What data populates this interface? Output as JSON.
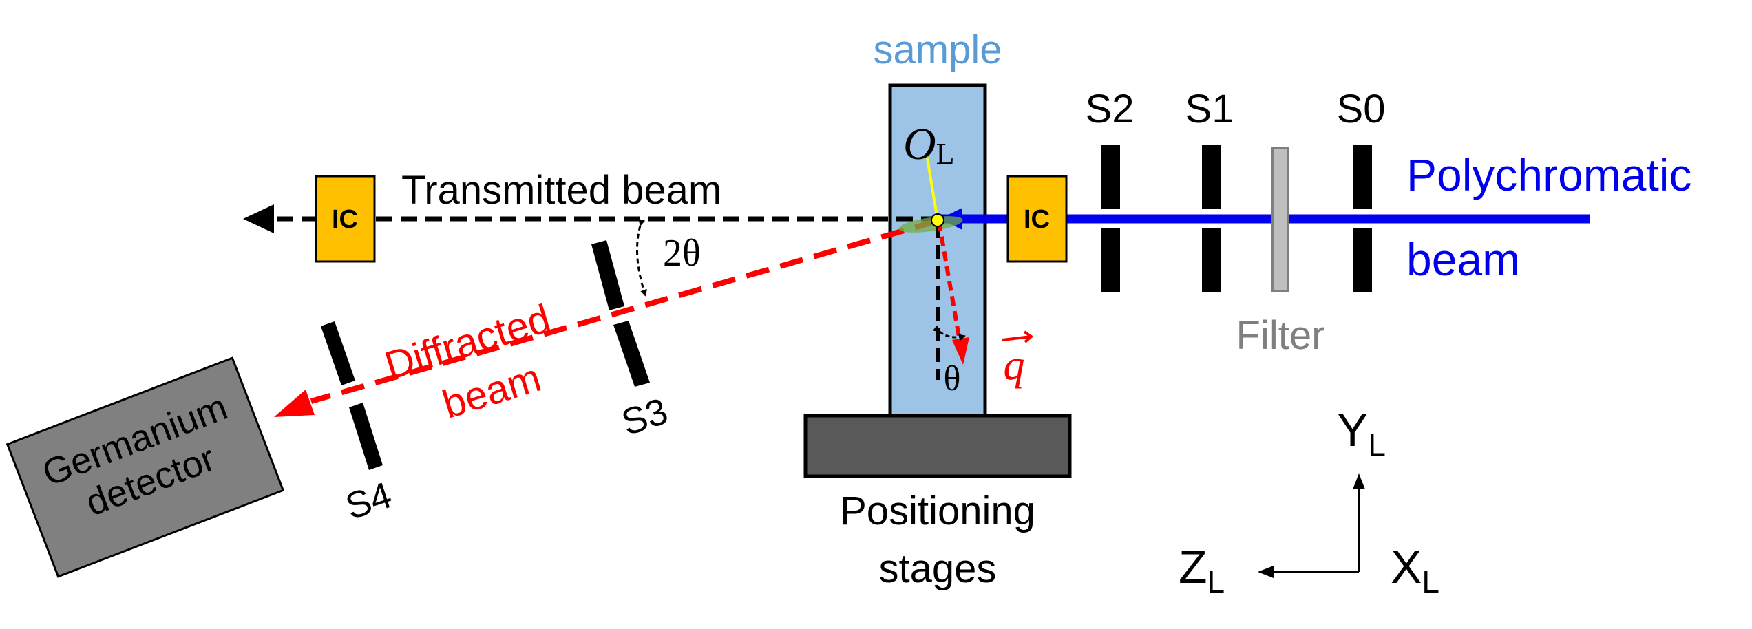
{
  "labels": {
    "sample": "sample",
    "polychromatic_line1": "Polychromatic",
    "polychromatic_line2": "beam",
    "transmitted_beam": "Transmitted beam",
    "diffracted_line1": "Diffracted",
    "diffracted_line2": "beam",
    "germanium_line1": "Germanium",
    "germanium_line2": "detector",
    "positioning_line1": "Positioning",
    "positioning_line2": "stages",
    "filter": "Filter",
    "ic_left": "IC",
    "ic_right": "IC",
    "slit_s0": "S0",
    "slit_s1": "S1",
    "slit_s2": "S2",
    "slit_s3": "S3",
    "slit_s4": "S4",
    "two_theta": "2θ",
    "theta": "θ",
    "q_vector": "q",
    "origin": "O",
    "origin_sub": "L",
    "axis_y": "Y",
    "axis_y_sub": "L",
    "axis_z": "Z",
    "axis_z_sub": "L",
    "axis_x": "X",
    "axis_x_sub": "L"
  },
  "colors": {
    "polychromatic_beam": "#0000ee",
    "sample_blue": "#5b9bd5",
    "sample_fill": "#9dc3e6",
    "diffracted": "#ff0000",
    "ic_fill": "#ffc000",
    "stage_fill": "#595959",
    "detector_fill": "#808080",
    "filter_fill": "#bfbfbf",
    "filter_text": "#7f7f7f",
    "origin_line": "#ffff00"
  }
}
